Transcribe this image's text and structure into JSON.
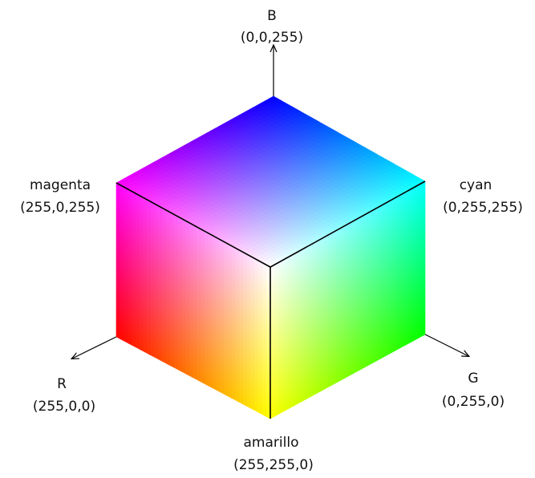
{
  "vertices": {
    "blue": {
      "name": "B",
      "coords": "(0,0,255)",
      "color": "#0000FF"
    },
    "magenta": {
      "name": "magenta",
      "coords": "(255,0,255)",
      "color": "#FF00FF"
    },
    "cyan": {
      "name": "cyan",
      "coords": "(0,255,255)",
      "color": "#00FFFF"
    },
    "white": {
      "color": "#FFFFFF"
    },
    "red": {
      "name": "R",
      "coords": "(255,0,0)",
      "color": "#FF0000"
    },
    "green": {
      "name": "G",
      "coords": "(0,255,0)",
      "color": "#00FF00"
    },
    "yellow": {
      "name": "amarillo",
      "coords": "(255,255,0)",
      "color": "#FFFF00"
    }
  }
}
